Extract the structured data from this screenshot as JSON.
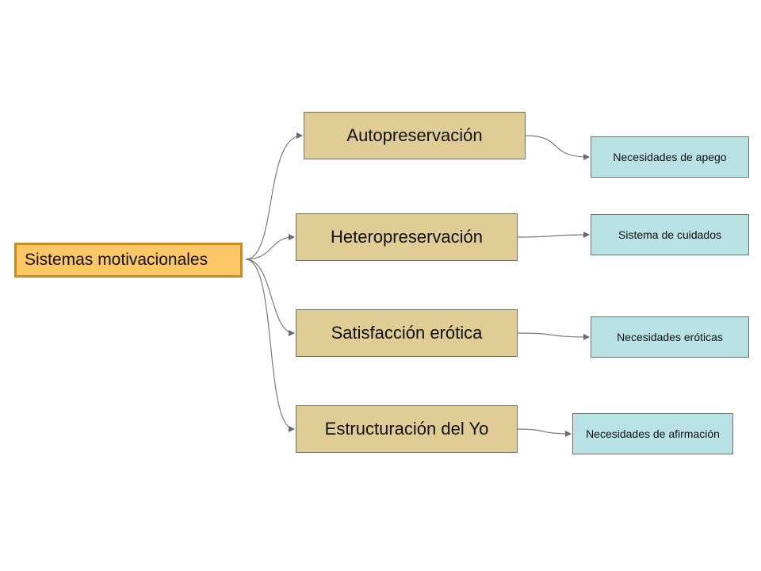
{
  "diagram": {
    "root": {
      "label": "Sistemas motivacionales"
    },
    "branches": [
      {
        "label": "Autopreservación",
        "child": "Necesidades de apego"
      },
      {
        "label": "Heteropreservación",
        "child": "Sistema de cuidados"
      },
      {
        "label": "Satisfacción erótica",
        "child": "Necesidades eróticas"
      },
      {
        "label": "Estructuración del Yo",
        "child": "Necesidades de afirmación"
      }
    ]
  },
  "colors": {
    "root_fill": "#fcc766",
    "root_border": "#c98a1e",
    "branch_fill": "#e0cc95",
    "leaf_fill": "#b9e2e4",
    "shadow": "#a9a9a9",
    "connector": "#7a7a7a"
  }
}
